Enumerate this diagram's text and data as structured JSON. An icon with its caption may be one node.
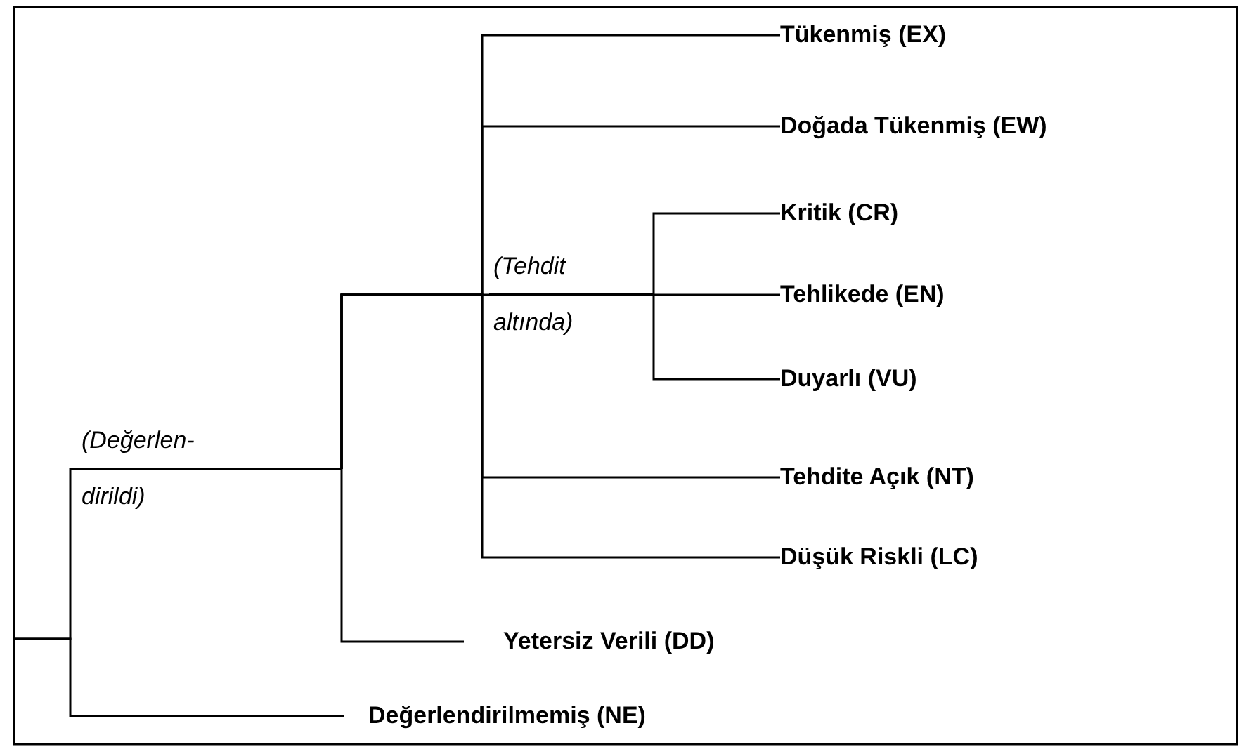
{
  "diagram": {
    "nodes": [
      {
        "text": [
          "(Değerlen- dirildi)"
        ]
      },
      {
        "text": [
          "(Tehdit altında)"
        ]
      },
      {
        "text": [
          "Tükenmiş (EX)"
        ]
      },
      {
        "text": [
          "Doğada Tükenmiş (EW)"
        ]
      },
      {
        "text": [
          "Kritik (CR)"
        ]
      },
      {
        "text": [
          "Tehlikede (EN)"
        ]
      },
      {
        "text": [
          "Duyarlı (VU)"
        ]
      },
      {
        "text": [
          "Tehdite Açık (NT)"
        ]
      },
      {
        "text": [
          "Düşük Riskli (LC)"
        ]
      },
      {
        "text": [
          "Yetersiz Verili (DD)"
        ]
      },
      {
        "text": [
          "Değerlendirilmemiş (NE)"
        ]
      }
    ],
    "edges": [
      {
        "from": null,
        "to": 0,
        "arrow": "none"
      },
      {
        "from": null,
        "to": 10,
        "arrow": "none"
      },
      {
        "from": 0,
        "to": 9,
        "arrow": "none"
      },
      {
        "from": 0,
        "to": 2,
        "arrow": "none"
      },
      {
        "from": 0,
        "to": 3,
        "arrow": "none"
      },
      {
        "from": 0,
        "to": 1,
        "arrow": "none"
      },
      {
        "from": 0,
        "to": 7,
        "arrow": "none"
      },
      {
        "from": 0,
        "to": 8,
        "arrow": "none"
      },
      {
        "from": 1,
        "to": 4,
        "arrow": "none"
      },
      {
        "from": 1,
        "to": 5,
        "arrow": "none"
      },
      {
        "from": 1,
        "to": 6,
        "arrow": "none"
      }
    ]
  }
}
